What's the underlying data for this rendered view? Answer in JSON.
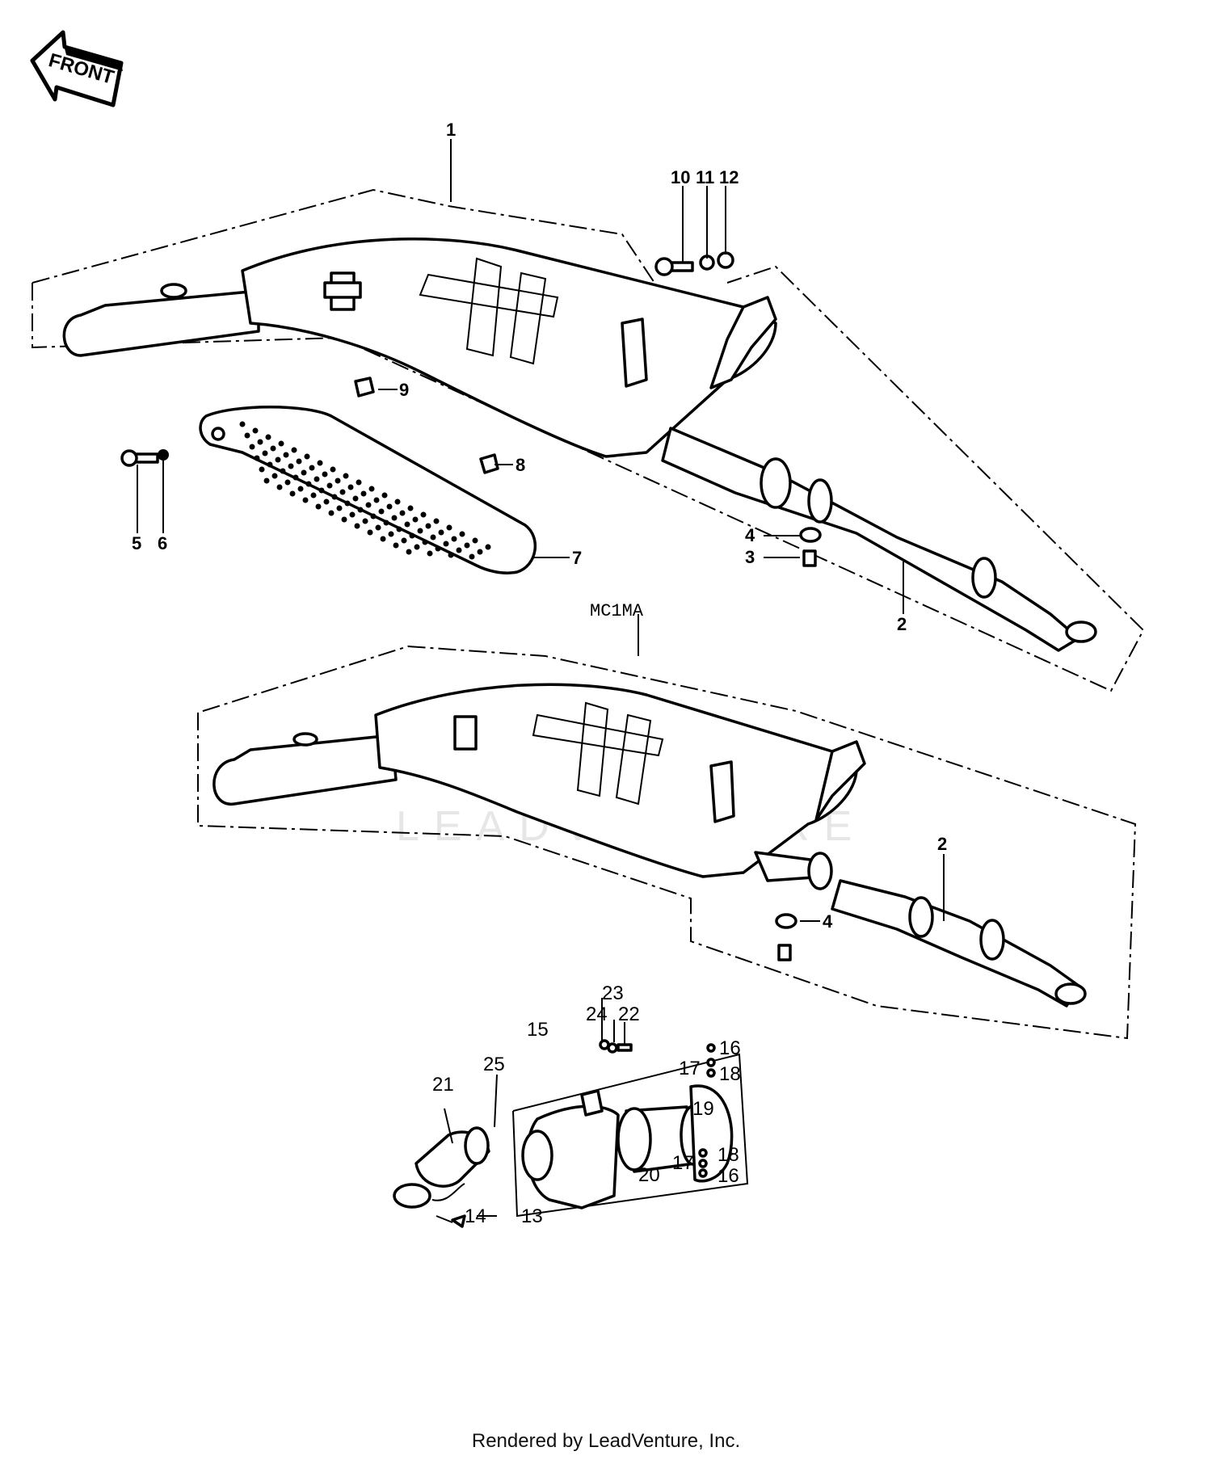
{
  "diagram": {
    "front_label": "FRONT",
    "model_label": "MC1MA",
    "watermark": "LEADVENTURE",
    "callouts": {
      "c1": "1",
      "c2a": "2",
      "c2b": "2",
      "c3": "3",
      "c4a": "4",
      "c4b": "4",
      "c5": "5",
      "c6": "6",
      "c7": "7",
      "c8": "8",
      "c9": "9",
      "c10": "10",
      "c11": "11",
      "c12": "12",
      "c13": "13",
      "c14": "14",
      "c15": "15",
      "c16a": "16",
      "c16b": "16",
      "c17a": "17",
      "c17b": "17",
      "c18a": "18",
      "c18b": "18",
      "c19": "19",
      "c20": "20",
      "c21": "21",
      "c22": "22",
      "c23": "23",
      "c24": "24",
      "c25": "25"
    }
  },
  "footer": {
    "text": "Rendered by LeadVenture, Inc."
  }
}
